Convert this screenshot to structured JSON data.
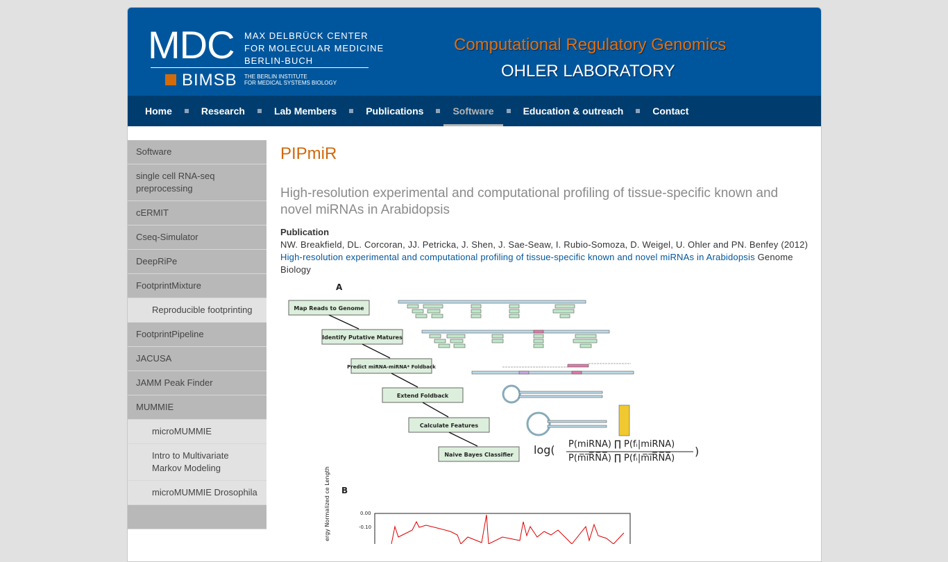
{
  "header": {
    "logo_mdc": "MDC",
    "logo_full": [
      "MAX DELBRÜCK CENTER",
      "FOR MOLECULAR MEDICINE",
      "BERLIN-BUCH"
    ],
    "logo_bimsb": "BIMSB",
    "logo_bimsb_full": [
      "THE BERLIN INSTITUTE",
      "FOR MEDICAL SYSTEMS BIOLOGY"
    ],
    "group": "Computational Regulatory Genomics",
    "lab": "OHLER LABORATORY"
  },
  "nav": [
    "Home",
    "Research",
    "Lab Members",
    "Publications",
    "Software",
    "Education & outreach",
    "Contact"
  ],
  "sidebar": [
    "Software",
    "single cell RNA-seq preprocessing",
    "cERMIT",
    "Cseq-Simulator",
    "DeepRiPe",
    "FootprintMixture",
    "Reproducible footprinting",
    "FootprintPipeline",
    "JACUSA",
    "JAMM Peak Finder",
    "MUMMIE",
    "microMUMMIE",
    "Intro to Multivariate Markov Modeling",
    "microMUMMIE Drosophila"
  ],
  "main": {
    "title": "PIPmiR",
    "subtitle": "High-resolution experimental and computational profiling of tissue-specific known and novel miRNAs in Arabidopsis",
    "pub_label": "Publication",
    "authors": "NW. Breakfield, DL. Corcoran, JJ. Petricka, J. Shen, J. Sae-Seaw, I. Rubio-Somoza, D. Weigel, U. Ohler and PN. Benfey (2012) ",
    "pub_link": "High-resolution experimental and computational profiling of tissue-specific known and novel miRNAs in Arabidopsis",
    "journal": " Genome Biology"
  },
  "figure": {
    "panel_a": "A",
    "panel_b": "B",
    "steps": [
      "Map Reads to Genome",
      "Identify Putative Matures",
      "Predict miRNA-miRNA* Foldback",
      "Extend Foldback",
      "Calculate Features",
      "Naive Bayes Classifier"
    ],
    "formula_num": "P(miRNA) ∏ P(fᵢ|miRNA)",
    "formula_den": "P(m̅i̅R̅N̅A̅) ∏ P(fᵢ|m̅i̅R̅N̅A̅)",
    "formula_log": "log(",
    "ylabel": "ergy Normalized ce Length",
    "yticks": [
      "0.00",
      "-0.10"
    ]
  }
}
